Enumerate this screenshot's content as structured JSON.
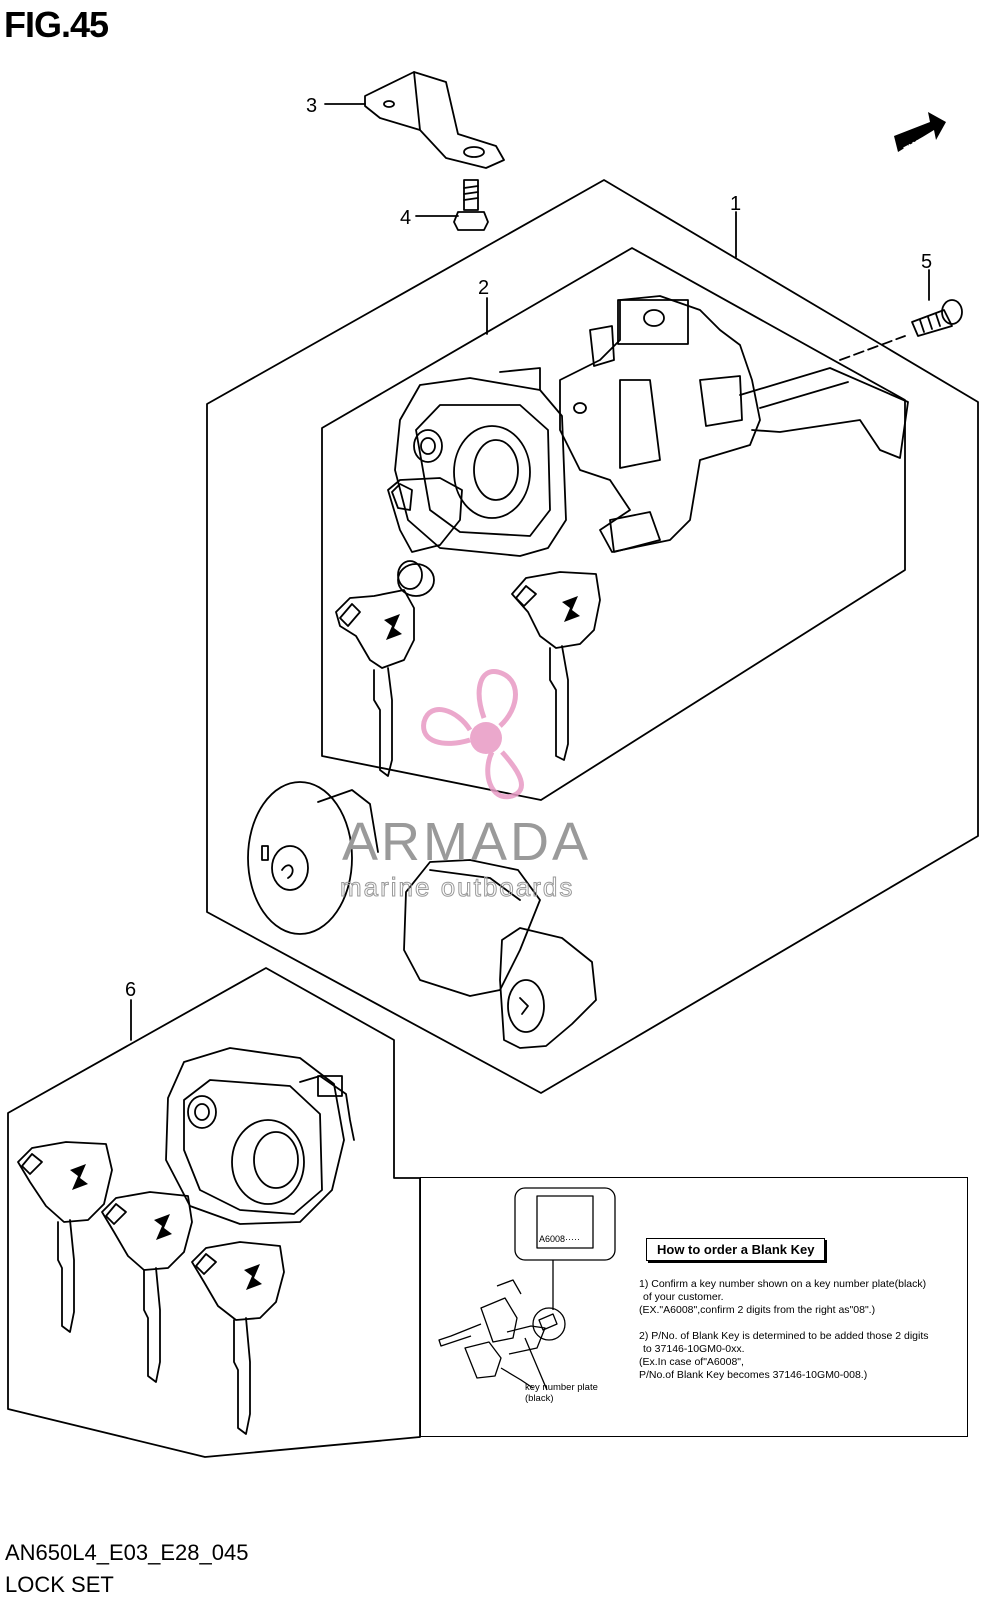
{
  "figure": {
    "title": "FIG.45",
    "fwd_label": "FWD",
    "footer_code": "AN650L4_E03_E28_045",
    "footer_name": "LOCK SET"
  },
  "callouts": [
    "1",
    "2",
    "3",
    "4",
    "5",
    "6"
  ],
  "watermark": {
    "brand": "ARMADA",
    "tagline": "marine outboards",
    "color": "#e89ac4",
    "text_color": "#9a9a9a"
  },
  "info_box": {
    "heading": "How to order a Blank Key",
    "plate_text": "A6008",
    "key_plate_label": [
      "key number plate",
      "(black)"
    ],
    "steps": [
      [
        "1) Confirm a key number shown on a key number plate(black)",
        "of your customer.",
        "(EX.\"A6008\",confirm 2 digits from the right as\"08\".)"
      ],
      [
        "2) P/No. of Blank Key is determined to be added those 2 digits",
        "to 37146-10GM0-0xx.",
        "(Ex.In case of\"A6008\",",
        "P/No.of Blank Key becomes 37146-10GM0-008.)"
      ]
    ]
  },
  "icons": [
    "fwd-arrow-icon",
    "suzuki-logo-icon",
    "propeller-icon"
  ]
}
